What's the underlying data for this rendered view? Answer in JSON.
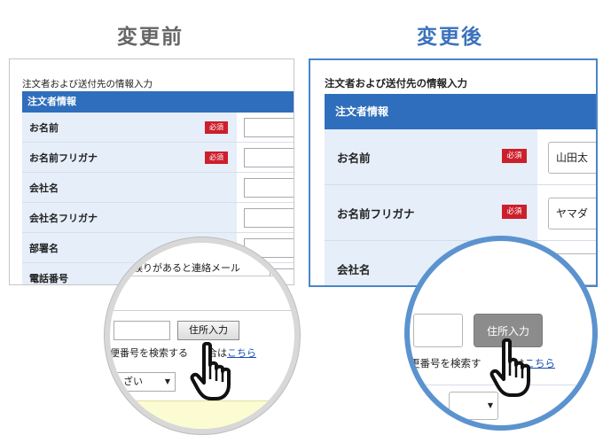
{
  "headings": {
    "before": "変更前",
    "after": "変更後"
  },
  "before_panel": {
    "title": "注文者および送付先の情報入力",
    "section_header": "注文者情報",
    "rows": [
      {
        "label": "お名前",
        "required": "必須"
      },
      {
        "label": "お名前フリガナ",
        "required": "必須"
      },
      {
        "label": "会社名"
      },
      {
        "label": "会社名フリガナ"
      },
      {
        "label": "部署名"
      },
      {
        "label": "電話番号"
      }
    ]
  },
  "after_panel": {
    "title": "注文者および送付先の情報入力",
    "section_header": "注文者情報",
    "rows": [
      {
        "label": "お名前",
        "required": "必須",
        "value": "山田太"
      },
      {
        "label": "お名前フリガナ",
        "required": "必須",
        "value": "ヤマダ"
      },
      {
        "label": "会社名"
      }
    ]
  },
  "zoom_before": {
    "error_text": "誤りがあると連絡メール",
    "address_button": "住所入力",
    "search_text": "便番号を検索する",
    "search_suffix": "合は",
    "link_text": "こちら",
    "select_value": "ざい",
    "select_arrow": "▼"
  },
  "zoom_after": {
    "address_button": "住所入力",
    "search_text": "更番号を検索す",
    "search_suffix": "合は",
    "link_text": "こちら",
    "select_arrow": "▼"
  },
  "colors": {
    "brand_blue": "#2f6ebc",
    "label_bg": "#e5eef9",
    "required_red": "#cc1f2b",
    "after_accent": "#4a86c8",
    "link_blue": "#1a4fb5"
  },
  "icons": {
    "cursor": "hand-pointer-icon",
    "dropdown": "chevron-down-icon"
  }
}
